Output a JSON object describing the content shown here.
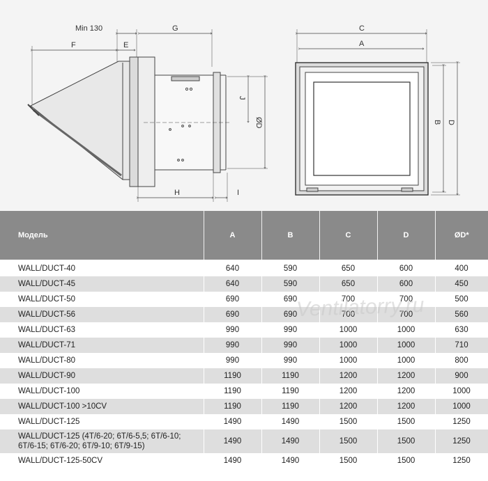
{
  "drawing": {
    "labels": {
      "min130": "Min 130",
      "g": "G",
      "f": "F",
      "e": "E",
      "j": "J",
      "od": "ØD",
      "h": "H",
      "i": "I",
      "c": "C",
      "a": "A",
      "b": "B",
      "d": "D"
    }
  },
  "watermark": "Ventilatorry.ru",
  "table": {
    "headers": [
      "Модель",
      "A",
      "B",
      "C",
      "D",
      "ØD*"
    ],
    "rows": [
      {
        "model": "WALL/DUCT-40",
        "a": "640",
        "b": "590",
        "c": "650",
        "d": "600",
        "od": "400"
      },
      {
        "model": "WALL/DUCT-45",
        "a": "640",
        "b": "590",
        "c": "650",
        "d": "600",
        "od": "450"
      },
      {
        "model": "WALL/DUCT-50",
        "a": "690",
        "b": "690",
        "c": "700",
        "d": "700",
        "od": "500"
      },
      {
        "model": "WALL/DUCT-56",
        "a": "690",
        "b": "690",
        "c": "700",
        "d": "700",
        "od": "560"
      },
      {
        "model": "WALL/DUCT-63",
        "a": "990",
        "b": "990",
        "c": "1000",
        "d": "1000",
        "od": "630"
      },
      {
        "model": "WALL/DUCT-71",
        "a": "990",
        "b": "990",
        "c": "1000",
        "d": "1000",
        "od": "710"
      },
      {
        "model": "WALL/DUCT-80",
        "a": "990",
        "b": "990",
        "c": "1000",
        "d": "1000",
        "od": "800"
      },
      {
        "model": "WALL/DUCT-90",
        "a": "1190",
        "b": "1190",
        "c": "1200",
        "d": "1200",
        "od": "900"
      },
      {
        "model": "WALL/DUCT-100",
        "a": "1190",
        "b": "1190",
        "c": "1200",
        "d": "1200",
        "od": "1000"
      },
      {
        "model": "WALL/DUCT-100 >10CV",
        "a": "1190",
        "b": "1190",
        "c": "1200",
        "d": "1200",
        "od": "1000"
      },
      {
        "model": "WALL/DUCT-125",
        "a": "1490",
        "b": "1490",
        "c": "1500",
        "d": "1500",
        "od": "1250"
      },
      {
        "model": "WALL/DUCT-125 (4T/6-20; 6T/6-5,5; 6T/6-10;",
        "model2": "6T/6-15; 6T/6-20; 6T/9-10; 6T/9-15)",
        "a": "1490",
        "b": "1490",
        "c": "1500",
        "d": "1500",
        "od": "1250"
      },
      {
        "model": "WALL/DUCT-125-50CV",
        "a": "1490",
        "b": "1490",
        "c": "1500",
        "d": "1500",
        "od": "1250"
      }
    ]
  }
}
